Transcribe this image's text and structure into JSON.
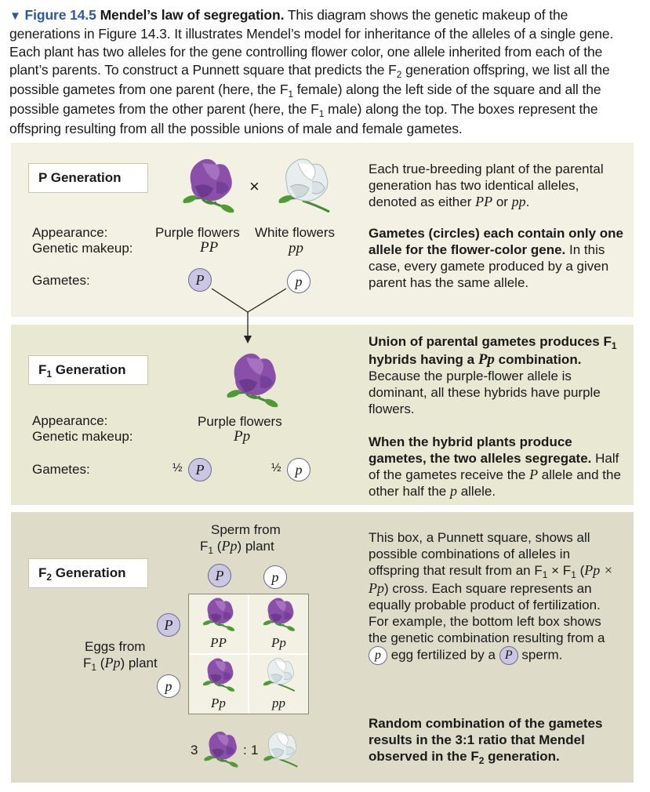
{
  "caption": {
    "marker": "▼",
    "label": "Figure 14.5",
    "title": "Mendel’s law of segregation.",
    "body_1": " This diagram shows the genetic makeup of the generations in Figure 14.3. It illustrates Mendel’s model for inheritance of the alleles of a single gene. Each plant has two alleles for the gene controlling flower color, one allele inherited from each of the plant’s parents. To construct a Punnett square that predicts the F",
    "body_sub_1": "2",
    "body_2": " generation offspring, we list all the possible gametes from one parent (here, the F",
    "body_sub_2": "1",
    "body_3": " female) along the left side of the square and all the possible gametes from the other parent (here, the F",
    "body_sub_3": "1",
    "body_4": " male) along the top. The boxes represent the offspring resulting from all the possible unions of male and female gametes."
  },
  "p_generation": {
    "title": "P Generation",
    "cross_symbol": "×",
    "appearance_label": "Appearance:",
    "genetic_label": "Genetic makeup:",
    "gametes_label": "Gametes:",
    "purple_appearance": "Purple flowers",
    "white_appearance": "White flowers",
    "purple_genotype": "PP",
    "white_genotype": "pp",
    "gamete_dominant": "P",
    "gamete_recessive": "p",
    "note_1": "Each true-breeding plant of the parental generation has two identical alleles, denoted as either ",
    "note_1_pp_dom": "PP",
    "note_1_or": " or ",
    "note_1_pp_rec": "pp",
    "note_1_end": ".",
    "note_2_bold": "Gametes (circles) each contain only one allele for the flower-color gene.",
    "note_2": " In this case, every gamete produced by a given parent has the same allele."
  },
  "f1_generation": {
    "title_f": "F",
    "title_sub": "1",
    "title_rest": " Generation",
    "appearance_label": "Appearance:",
    "genetic_label": "Genetic makeup:",
    "gametes_label": "Gametes:",
    "appearance": "Purple flowers",
    "genotype": "Pp",
    "half": "½",
    "gamete_dominant": "P",
    "gamete_recessive": "p",
    "note_1_bold_a": "Union of parental gametes produces F",
    "note_1_bold_sub": "1",
    "note_1_bold_b": " hybrids having a ",
    "note_1_bold_pp": "Pp",
    "note_1_bold_c": " combination.",
    "note_1": " Because the purple-flower allele is dominant, all these hybrids have purple flowers.",
    "note_2_bold": "When the hybrid plants produce gametes, the two alleles segregate.",
    "note_2_a": " Half of the gametes receive the ",
    "note_2_P": "P",
    "note_2_b": " allele and the other half the ",
    "note_2_p": "p",
    "note_2_c": " allele."
  },
  "f2_generation": {
    "title_f": "F",
    "title_sub": "2",
    "title_rest": " Generation",
    "sperm_label_1": "Sperm from",
    "sperm_label_2a": "F",
    "sperm_label_2sub": "1",
    "sperm_label_2b": " (",
    "sperm_label_2pp": "Pp",
    "sperm_label_2c": ") plant",
    "eggs_label_1": "Eggs from",
    "eggs_label_2a": "F",
    "eggs_label_2sub": "1",
    "eggs_label_2b": " (",
    "eggs_label_2pp": "Pp",
    "eggs_label_2c": ") plant",
    "gamete_dominant": "P",
    "gamete_recessive": "p",
    "cells": [
      "PP",
      "Pp",
      "Pp",
      "pp"
    ],
    "ratio_left": "3",
    "ratio_sep": ":",
    "ratio_right": "1",
    "note_1_a": "This box, a Punnett square, shows all possible combinations of alleles in offspring that result from an F",
    "note_1_sub_a": "1",
    "note_1_b": " × F",
    "note_1_sub_b": "1",
    "note_1_c": " (",
    "note_1_cross": "Pp × Pp",
    "note_1_d": ") cross. Each square represents an equally probable product of fertilization. For example, the bottom left box shows the genetic combination resulting from a ",
    "note_1_egg": "p",
    "note_1_e": " egg fertilized by a ",
    "note_1_sperm": "P",
    "note_1_f": " sperm.",
    "note_2_bold_a": "Random combination of the gametes results in the 3:1 ratio that Mendel observed in the F",
    "note_2_bold_sub": "2",
    "note_2_bold_b": " generation."
  },
  "colors": {
    "accent": "#2b57a4",
    "purple_petal": "#8a4fa8",
    "purple_dark": "#5e2e7a",
    "white_petal": "#e8eeee",
    "stem": "#3f8c2c",
    "dominant_gamete": "#cbc6e2",
    "panel_p": "#f3f1e4",
    "panel_f1": "#e9e8d3",
    "panel_f2": "#dedcc8"
  }
}
